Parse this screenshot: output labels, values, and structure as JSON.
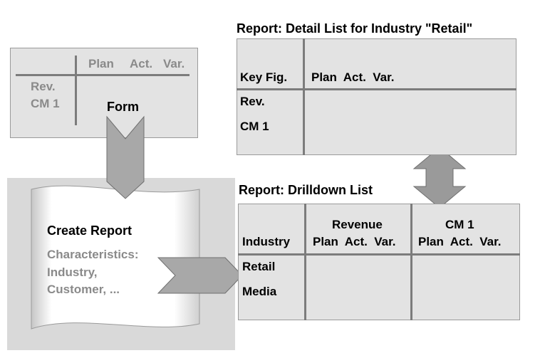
{
  "form": {
    "col_plan": "Plan",
    "col_act": "Act.",
    "col_var": "Var.",
    "row_rev": "Rev.",
    "row_cm1": "CM 1",
    "arrow_label": "Form"
  },
  "create_report": {
    "title": "Create Report",
    "characteristics_label": "Characteristics:",
    "char_1": "Industry,",
    "char_2": "Customer, ..."
  },
  "detail_report": {
    "title": "Report: Detail List for Industry \"Retail\"",
    "header_keyfig": "Key Fig.",
    "header_cols": "Plan  Act.  Var.",
    "row_rev": "Rev.",
    "row_cm1": "CM 1"
  },
  "drilldown_report": {
    "title": "Report: Drilldown List",
    "header_industry": "Industry",
    "group_revenue": "Revenue",
    "group_cm1": "CM 1",
    "revenue_cols": "Plan  Act.  Var.",
    "cm1_cols": "Plan  Act.  Var.",
    "row_retail": "Retail",
    "row_media": "Media"
  },
  "colors": {
    "panel": "#e3e3e3",
    "arrow": "#a8a8a8",
    "lines": "#7c7c7c",
    "muted_text": "#8a8a8a"
  }
}
